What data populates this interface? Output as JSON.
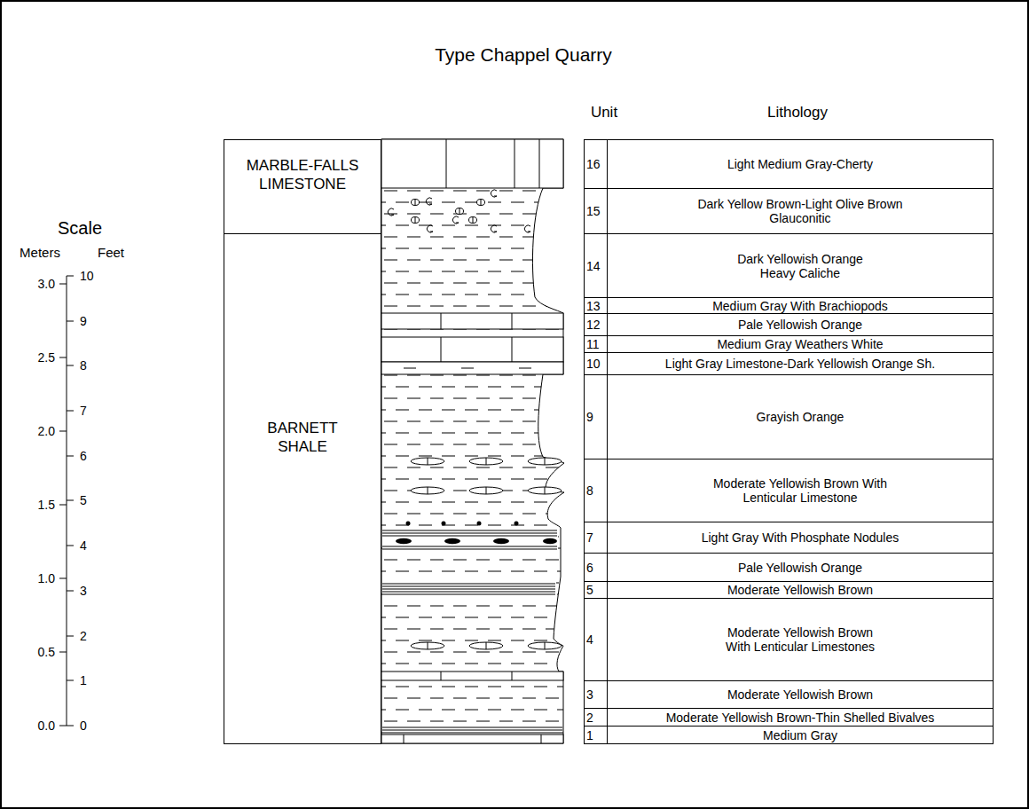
{
  "diagram": {
    "title": "Type Chappel Quarry",
    "nodes": [
      {
        "text": [
          "MARBLE-FALLS LIMESTONE"
        ]
      },
      {
        "text": [
          "BARNETT SHALE"
        ]
      },
      {
        "text": [
          "16",
          "Light Medium Gray-Cherty"
        ]
      },
      {
        "text": [
          "15",
          "Dark Yellow Brown-Light Olive Brown Glauconitic"
        ]
      },
      {
        "text": [
          "14",
          "Dark Yellowish Orange Heavy Caliche"
        ]
      },
      {
        "text": [
          "13",
          "Medium Gray With Brachiopods"
        ]
      },
      {
        "text": [
          "12",
          "Pale Yellowish Orange"
        ]
      },
      {
        "text": [
          "11",
          "Medium Gray Weathers White"
        ]
      },
      {
        "text": [
          "10",
          "Light Gray Limestone-Dark Yellowish Orange Sh."
        ]
      },
      {
        "text": [
          "9",
          "Grayish Orange"
        ]
      },
      {
        "text": [
          "8",
          "Moderate Yellowish Brown With Lenticular Limestone"
        ]
      },
      {
        "text": [
          "7",
          "Light Gray With Phosphate Nodules"
        ]
      },
      {
        "text": [
          "6",
          "Pale Yellowish Orange"
        ]
      },
      {
        "text": [
          "5",
          "Moderate Yellowish Brown"
        ]
      },
      {
        "text": [
          "4",
          "Moderate Yellowish Brown With Lenticular Limestones"
        ]
      },
      {
        "text": [
          "3",
          "Moderate Yellowish Brown"
        ]
      },
      {
        "text": [
          "2",
          "Moderate Yellowish Brown-Thin Shelled Bivalves"
        ]
      },
      {
        "text": [
          "1",
          "Medium Gray"
        ]
      }
    ],
    "labels": [
      "Unit",
      "Lithology",
      "Scale",
      "Meters",
      "Feet",
      "3.0",
      "2.5",
      "2.0",
      "1.5",
      "1.0",
      "0.5",
      "0.0",
      "10",
      "9",
      "8",
      "7",
      "6",
      "5",
      "4",
      "3",
      "2",
      "1",
      "0"
    ]
  }
}
